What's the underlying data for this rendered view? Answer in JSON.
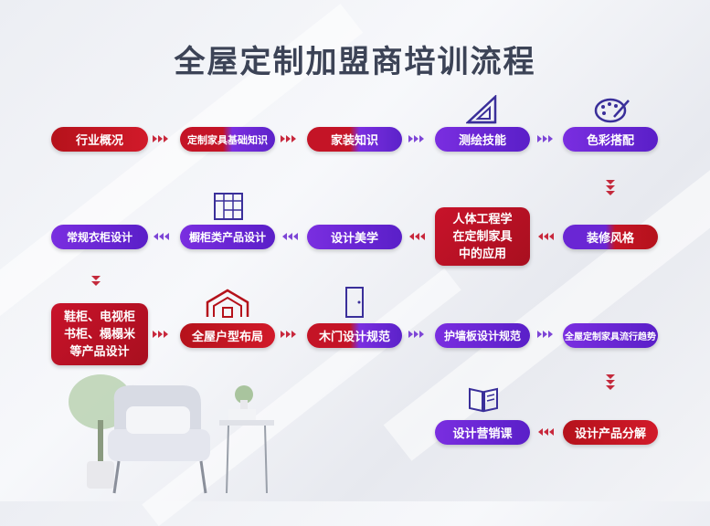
{
  "title": "全屋定制加盟商培训流程",
  "colors": {
    "red": "#c8132a",
    "purple": "#6a26d4",
    "title": "#3c4356"
  },
  "steps": {
    "s1": "行业概况",
    "s2": "定制家具基础知识",
    "s3": "家装知识",
    "s4": "测绘技能",
    "s5": "色彩搭配",
    "s6": "装修风格",
    "s7_l1": "人体工程学",
    "s7_l2": "在定制家具",
    "s7_l3": "中的应用",
    "s8": "设计美学",
    "s9": "橱柜类产品设计",
    "s10": "常规衣柜设计",
    "s11_l1": "鞋柜、电视柜",
    "s11_l2": "书柜、榻榻米",
    "s11_l3": "等产品设计",
    "s12": "全屋户型布局",
    "s13": "木门设计规范",
    "s14": "护墙板设计规范",
    "s15": "全屋定制家具流行趋势",
    "s16": "设计产品分解",
    "s17": "设计营销课"
  },
  "icons": [
    "ruler-icon",
    "palette-icon",
    "cabinet-icon",
    "house-icon",
    "door-icon",
    "book-icon"
  ]
}
